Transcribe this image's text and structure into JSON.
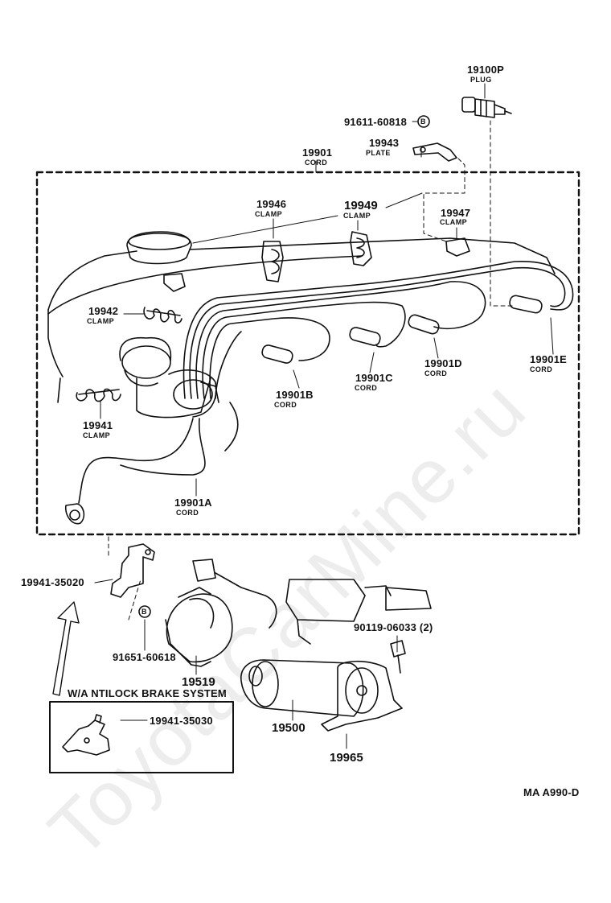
{
  "watermark": "ToyotaCarMine.ru",
  "diagram_code": "MA  A990-D",
  "parts": {
    "plug": {
      "number": "19100P",
      "name": "PLUG"
    },
    "bolt_b1": {
      "number": "91611-60818",
      "marker": "B"
    },
    "plate": {
      "number": "19943",
      "name": "PLATE"
    },
    "cord_set": {
      "number": "19901",
      "name": "CORD"
    },
    "clamp_19946": {
      "number": "19946",
      "name": "CLAMP"
    },
    "clamp_19949": {
      "number": "19949",
      "name": "CLAMP"
    },
    "clamp_19947": {
      "number": "19947",
      "name": "CLAMP"
    },
    "clamp_19942": {
      "number": "19942",
      "name": "CLAMP"
    },
    "clamp_19941": {
      "number": "19941",
      "name": "CLAMP"
    },
    "cord_b": {
      "number": "19901B",
      "name": "CORD"
    },
    "cord_c": {
      "number": "19901C",
      "name": "CORD"
    },
    "cord_d": {
      "number": "19901D",
      "name": "CORD"
    },
    "cord_e": {
      "number": "19901E",
      "name": "CORD"
    },
    "cord_a": {
      "number": "19901A",
      "name": "CORD"
    },
    "bracket_35020": {
      "number": "19941-35020"
    },
    "bolt_b2": {
      "number": "91651-60618",
      "marker": "B"
    },
    "cover_19519": {
      "number": "19519"
    },
    "screw": {
      "number": "90119-06033 (2)"
    },
    "coil": {
      "number": "19500"
    },
    "coil_bracket": {
      "number": "19965"
    }
  },
  "inset": {
    "title": "W/A NTILOCK BRAKE SYSTEM",
    "part_number": "19941-35030"
  }
}
